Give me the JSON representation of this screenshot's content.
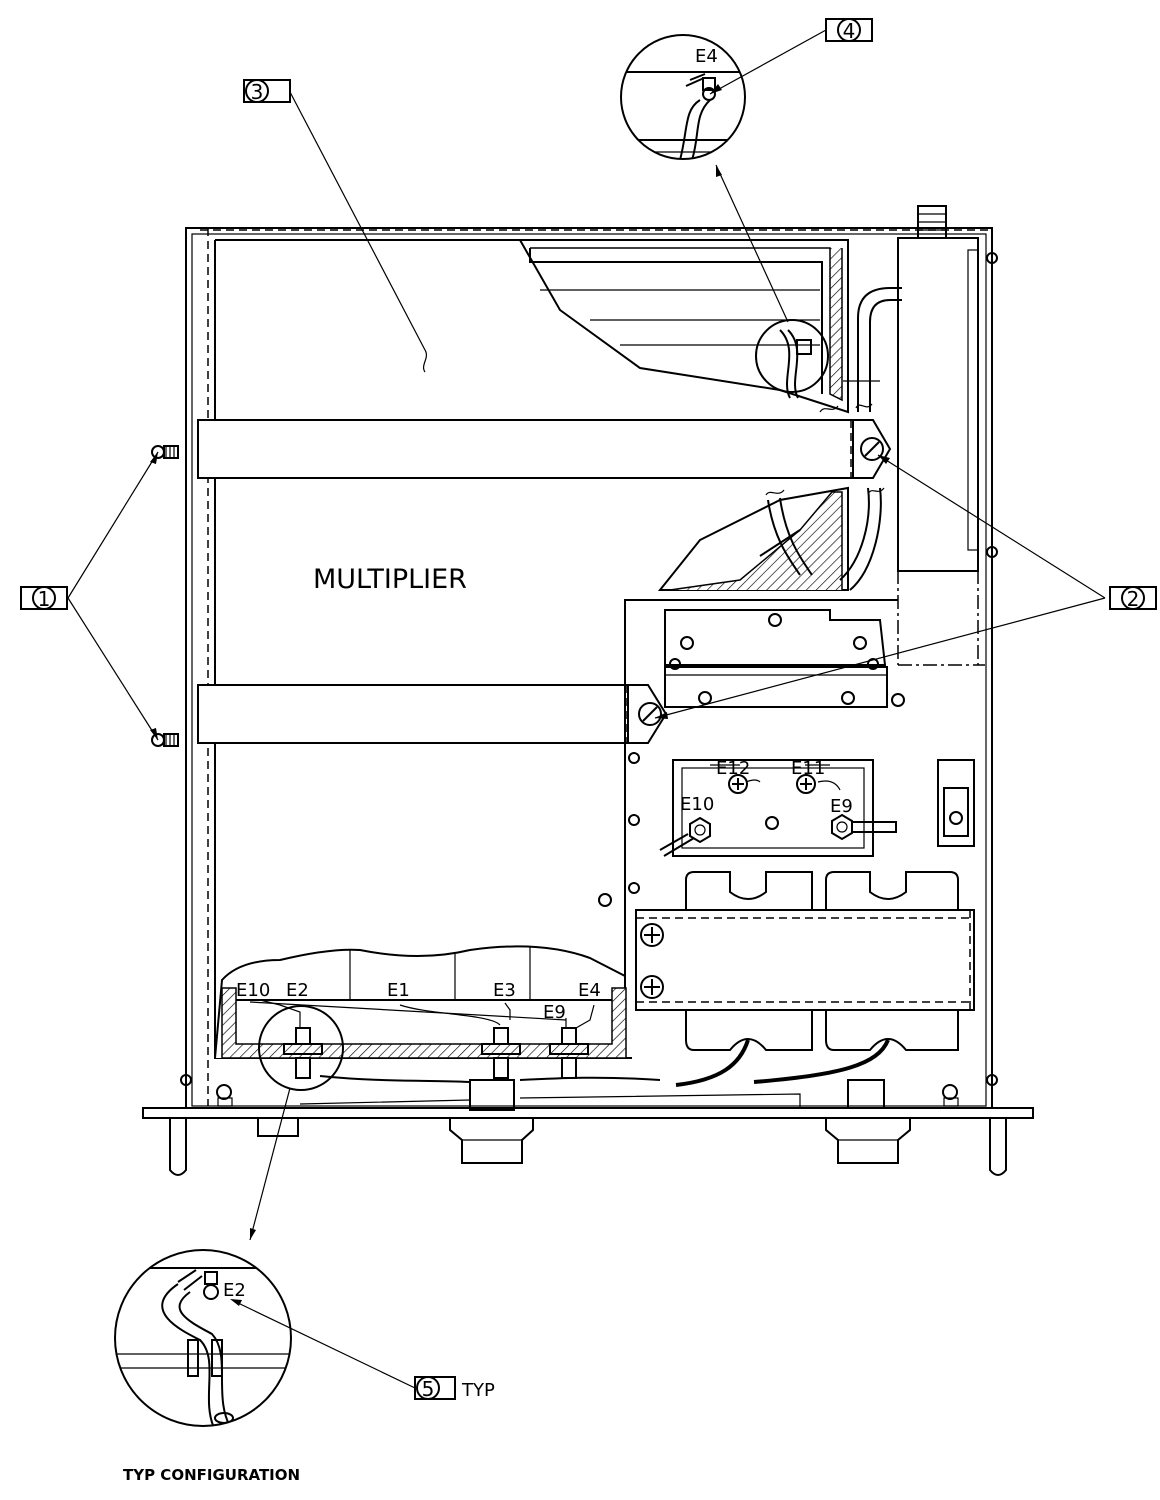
{
  "callouts": {
    "c1": "1",
    "c2": "2",
    "c3": "3",
    "c4": "4",
    "c5": "5",
    "c5_suffix": "TYP"
  },
  "module_label": "MULTIPLIER",
  "detail_caption": "TYP CONFIGURATION",
  "terminals": {
    "detail_top": "E4",
    "detail_bottom": "E2",
    "block_e12": "E12",
    "block_e11": "E11",
    "block_e10": "E10",
    "block_e9": "E9",
    "bottom_e10": "E10",
    "bottom_e2": "E2",
    "bottom_e1": "E1",
    "bottom_e3": "E3",
    "bottom_e9": "E9",
    "bottom_e4": "E4"
  }
}
